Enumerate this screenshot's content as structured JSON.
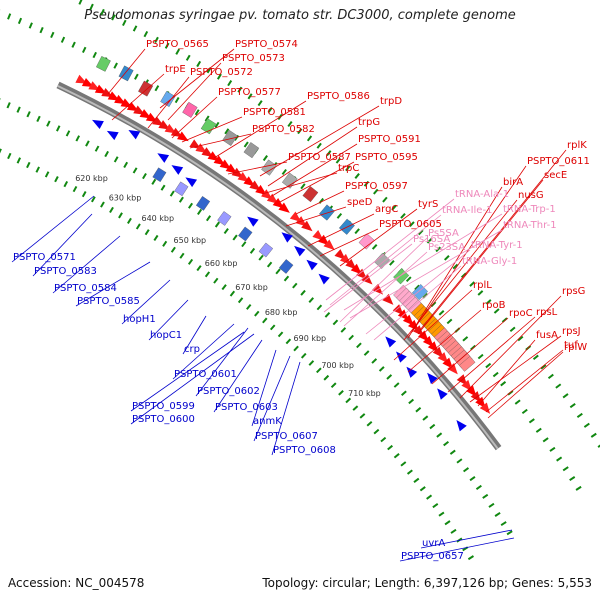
{
  "title": "Pseudomonas syringae pv. tomato str. DC3000, complete genome",
  "footer": {
    "accession": "Accession: NC_004578",
    "summary": "Topology: circular; Length: 6,397,126 bp; Genes: 5,553"
  },
  "colors": {
    "backbone": "#888888",
    "forward_label": "#dd0000",
    "reverse_label": "#0000cc",
    "rna_label": "#ee88bb",
    "tick": "#118811"
  },
  "kbp_labels": [
    "620 kbp",
    "630 kbp",
    "640 kbp",
    "650 kbp",
    "660 kbp",
    "670 kbp",
    "680 kbp",
    "690 kbp",
    "700 kbp",
    "710 kbp"
  ],
  "forward_labels": [
    "PSPTO_0565",
    "PSPTO_0574",
    "PSPTO_0573",
    "trpE",
    "PSPTO_0572",
    "PSPTO_0577",
    "PSPTO_0586",
    "trpD",
    "PSPTO_0581",
    "PSPTO_0582",
    "trpG",
    "PSPTO_0591",
    "PSPTO_0587",
    "PSPTO_0595",
    "trpC",
    "PSPTO_0597",
    "speD",
    "argC",
    "PSPTO_0605",
    "tyrS",
    "rplK",
    "PSPTO_0611",
    "secE",
    "birA",
    "nusG",
    "rplL",
    "rpoB",
    "rpoC",
    "rpsL",
    "rpsG",
    "fusA",
    "tuf",
    "rpsJ",
    "rplW"
  ],
  "rna_labels": [
    "tRNA-Ala-1",
    "tRNA-Ile-1",
    "tRNA-Trp-1",
    "tRNA-Thr-1",
    "Ps16SA",
    "Ps5SA",
    "Ps23SA",
    "tRNA-Tyr-1",
    "tRNA-Gly-1"
  ],
  "reverse_labels": [
    "PSPTO_0571",
    "PSPTO_0583",
    "PSPTO_0584",
    "PSPTO_0585",
    "hopH1",
    "hopC1",
    "crp",
    "PSPTO_0601",
    "PSPTO_0602",
    "PSPTO_0599",
    "PSPTO_0600",
    "PSPTO_0603",
    "anmK",
    "PSPTO_0607",
    "PSPTO_0608",
    "uvrA",
    "PSPTO_0657"
  ]
}
